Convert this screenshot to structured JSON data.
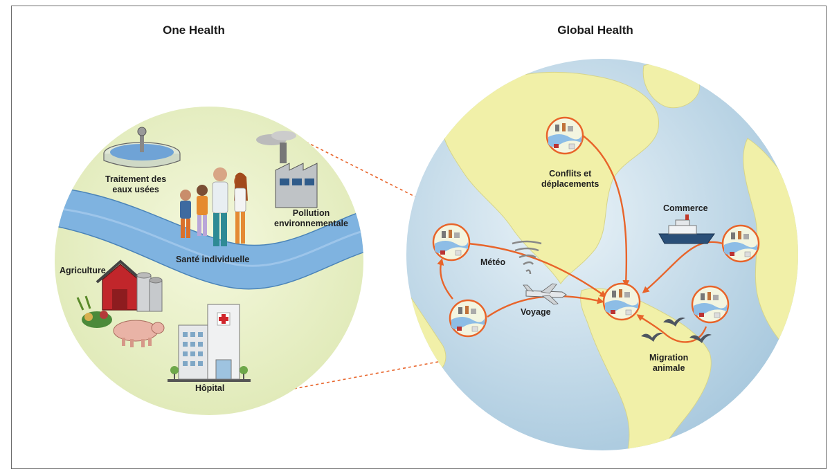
{
  "titles": {
    "left": "One Health",
    "right": "Global Health"
  },
  "one_health_labels": {
    "wastewater": [
      "Traitement des",
      "eaux usées"
    ],
    "pollution": [
      "Pollution",
      "environnementale"
    ],
    "individual_health": "Santé individuelle",
    "agriculture": "Agriculture",
    "hospital": "Hôpital"
  },
  "global_health_labels": {
    "conflicts": [
      "Conflits et",
      "déplacements"
    ],
    "commerce": "Commerce",
    "weather": "Météo",
    "travel": "Voyage",
    "migration": [
      "Migration",
      "animale"
    ]
  },
  "colors": {
    "accent_orange": "#e8642a",
    "river_blue": "#7fb3e0",
    "land_yellow": "#f1f0a8",
    "ocean_blue": "#cfe3ef",
    "left_circle_bg": "#e9f1c6",
    "border_gray": "#6b6b6b"
  },
  "icons": [
    "wastewater-tank-icon",
    "factory-icon",
    "family-icon",
    "barn-icon",
    "pig-icon",
    "hospital-icon",
    "cyclone-icon",
    "airplane-icon",
    "ship-icon",
    "bird-icon"
  ]
}
